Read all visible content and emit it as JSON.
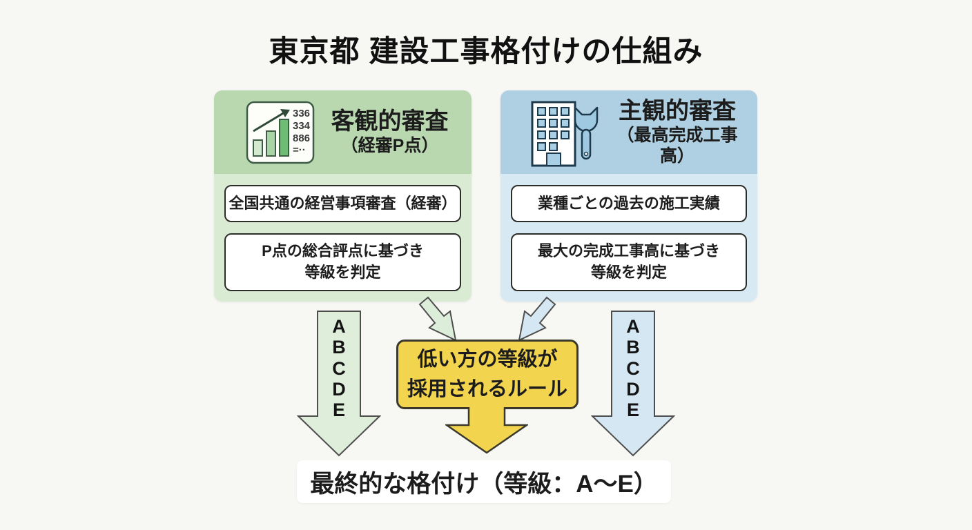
{
  "title": "東京都 建設工事格付けの仕組み",
  "objective_card": {
    "title": "客観的審査",
    "subtitle": "（経審P点）",
    "icon": "bar-chart-score-icon",
    "icon_numbers": [
      "336",
      "334",
      "886",
      "=··"
    ],
    "box1": "全国共通の経営事項審査（経審）",
    "box2_line1": "P点の総合評点に基づき",
    "box2_line2": "等級を判定"
  },
  "subjective_card": {
    "title": "主観的審査",
    "subtitle": "（最高完成工事高）",
    "icon": "building-wrench-icon",
    "box1": "業種ごとの過去の施工実績",
    "box2_line1": "最大の完成工事高に基づき",
    "box2_line2": "等級を判定"
  },
  "grades": [
    "A",
    "B",
    "C",
    "D",
    "E"
  ],
  "rule_box": {
    "line1": "低い方の等級が",
    "line2": "採用されるルール"
  },
  "final_box": "最終的な格付け（等級：A〜E）",
  "colors": {
    "background": "#f7f7f4",
    "green_header": "#b9d8b0",
    "green_body": "#d9ecd3",
    "blue_header": "#aed0e2",
    "blue_body": "#d7e9f3",
    "green_arrow_fill": "#deeeda",
    "blue_arrow_fill": "#d4e7f2",
    "yellow_fill": "#f3d44e",
    "dark_border": "#3a382a",
    "text": "#1c1c1c"
  }
}
